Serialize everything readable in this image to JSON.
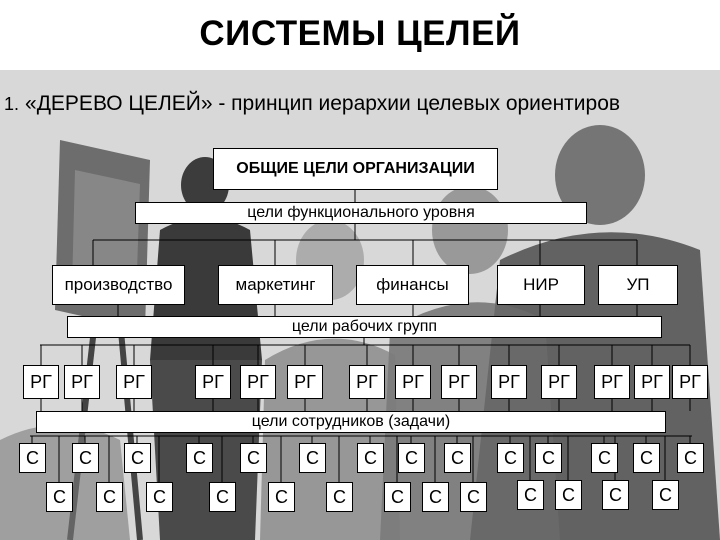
{
  "title": "СИСТЕМЫ ЦЕЛЕЙ",
  "subtitle": {
    "number": "1.",
    "text": "«ДЕРЕВО ЦЕЛЕЙ» - принцип иерархии целевых ориентиров"
  },
  "tree": {
    "root": "ОБЩИЕ ЦЕЛИ ОРГАНИЗАЦИИ",
    "functional_level": "цели функционального уровня",
    "functions": [
      "производство",
      "маркетинг",
      "финансы",
      "НИР",
      "УП"
    ],
    "work_groups_level": "цели рабочих групп",
    "group_label": "РГ",
    "employees_level": "цели сотрудников (задачи)",
    "employee_label": "С"
  }
}
